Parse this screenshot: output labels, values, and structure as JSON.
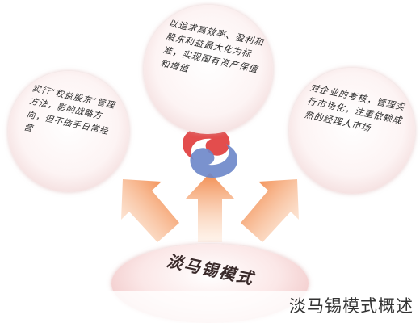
{
  "diagram": {
    "left_bubble_text": "实行“权益股东”管理方法，影响战略方向，但不插手日常经营",
    "top_bubble_text": "以追求高效率、盈利和股东利益最大化为标准，实现国有资产保值和增值",
    "right_bubble_text": "对企业的考核，管理实行市场化，注重依赖成熟的经理人市场",
    "center_label": "淡马锡模式",
    "caption": "淡马锡模式概述",
    "colors": {
      "arrow": "#f0762e",
      "arrow_light": "#fbd2b3",
      "bubble_edge": "#e9c4c4",
      "center_logo_red": "#e03a3a",
      "center_logo_blue": "#6b86c9"
    }
  }
}
